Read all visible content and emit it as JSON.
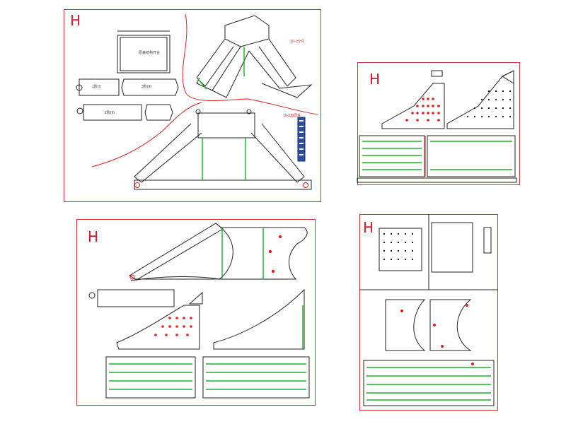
{
  "panels": [
    {
      "label": "H"
    },
    {
      "label": "H"
    },
    {
      "label": "H"
    },
    {
      "label": "H"
    }
  ],
  "colors": {
    "border": "#d9333a",
    "label": "#e0162b",
    "rib": "#18b02a",
    "mark": "#e02020",
    "line": "#222222"
  }
}
